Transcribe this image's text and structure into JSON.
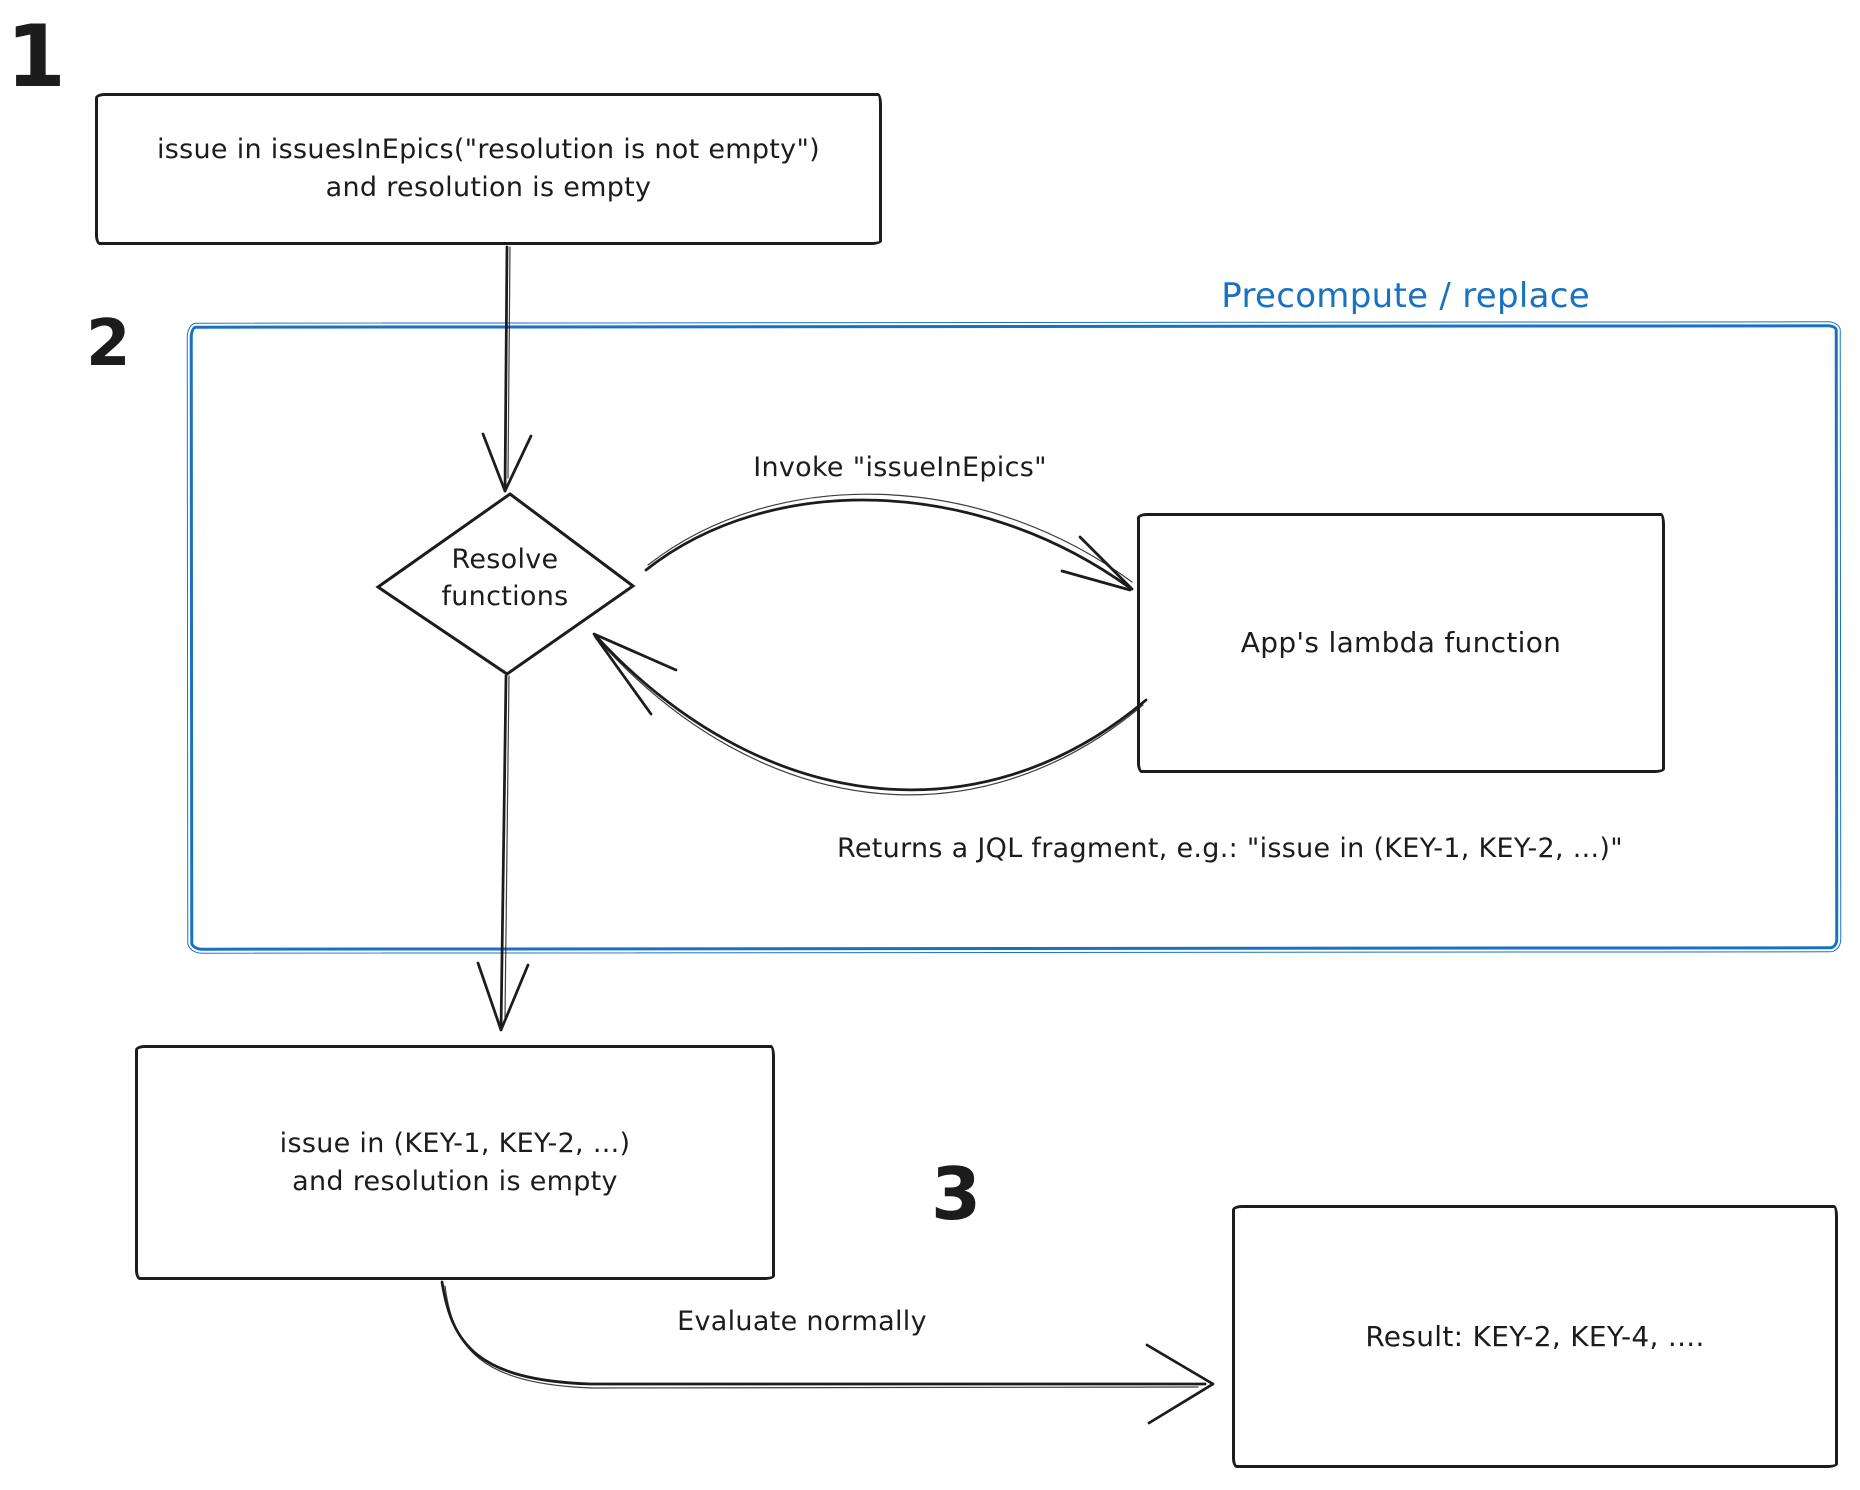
{
  "colors": {
    "ink": "#1c1c1c",
    "accent_blue": "#1971c2",
    "bg": "#ffffff"
  },
  "step_markers": {
    "step1": "1",
    "step2": "2",
    "step3": "3"
  },
  "precompute_group": {
    "label": "Precompute / replace"
  },
  "nodes": {
    "original_query": {
      "line1": "issue in issuesInEpics(\"resolution is not empty\")",
      "line2": "and resolution is empty"
    },
    "resolve_functions": {
      "line1": "Resolve",
      "line2": "functions"
    },
    "app_lambda": {
      "label": "App's lambda function"
    },
    "rewritten_query": {
      "line1": "issue in (KEY-1, KEY-2, ...)",
      "line2": "and resolution is empty"
    },
    "result": {
      "label": "Result: KEY-2, KEY-4, ...."
    }
  },
  "edges": {
    "invoke_label": "Invoke \"issueInEpics\"",
    "returns_label": "Returns a JQL fragment, e.g.: \"issue in (KEY-1, KEY-2, ...)\"",
    "evaluate_label": "Evaluate normally"
  }
}
